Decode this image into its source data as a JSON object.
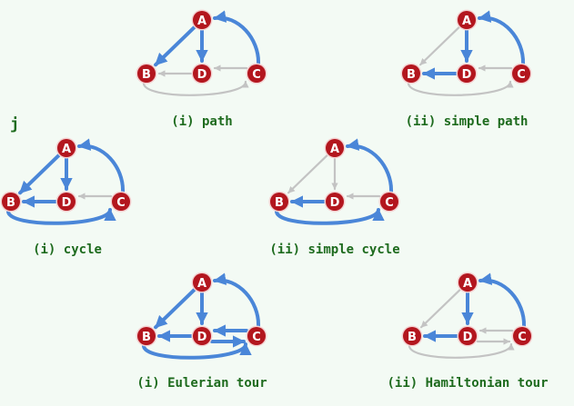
{
  "side_label": "j",
  "colors": {
    "node_fill": "#b3161e",
    "node_stroke": "#f4d2d2",
    "node_text": "#ffffff",
    "blue": "#4a86d8",
    "gray": "#c3c3c3",
    "label": "#1e6b1e"
  },
  "node_labels": {
    "A": "A",
    "B": "B",
    "C": "C",
    "D": "D"
  },
  "diagrams": [
    {
      "id": "path",
      "label": "(i) path",
      "edges": {
        "A-B": "blue",
        "A-D": "blue",
        "D-B": "gray",
        "C-D": "gray",
        "C-A": "blue",
        "B-C": "gray"
      }
    },
    {
      "id": "simple-path",
      "label": "(ii) simple path",
      "edges": {
        "A-B": "gray",
        "A-D": "blue",
        "D-B": "blue",
        "C-D": "gray",
        "C-A": "blue",
        "B-C": "gray"
      }
    },
    {
      "id": "cycle",
      "label": "(i) cycle",
      "edges": {
        "A-B": "blue",
        "A-D": "blue",
        "D-B": "blue",
        "C-D": "gray",
        "C-A": "blue",
        "B-C": "blue"
      }
    },
    {
      "id": "simple-cycle",
      "label": "(ii) simple cycle",
      "edges": {
        "A-B": "gray",
        "A-D": "gray",
        "D-B": "blue",
        "C-D": "gray",
        "C-A": "blue",
        "B-C": "blue"
      }
    },
    {
      "id": "eulerian-tour",
      "label": "(i) Eulerian tour",
      "edges": {
        "A-B": "blue",
        "A-D": "blue",
        "D-B": "blue",
        "C-D": "blue",
        "D-C": "blue",
        "C-A": "blue",
        "B-C": "blue"
      }
    },
    {
      "id": "hamiltonian-tour",
      "label": "(ii) Hamiltonian tour",
      "edges": {
        "A-B": "gray",
        "A-D": "blue",
        "D-B": "blue",
        "C-D": "gray",
        "D-C": "gray",
        "C-A": "blue",
        "B-C": "gray"
      }
    }
  ]
}
